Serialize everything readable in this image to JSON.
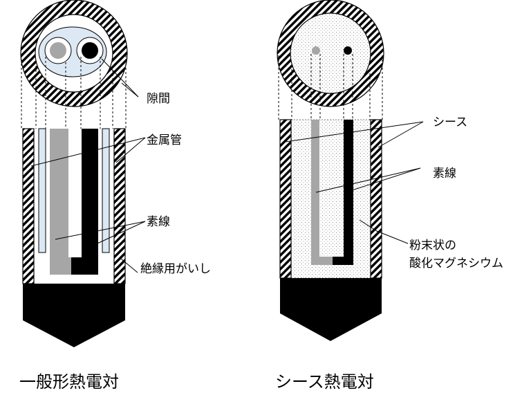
{
  "diagram": {
    "left": {
      "caption": "一般形熱電対",
      "labels": {
        "gap": "隙間",
        "metal_tube": "金属管",
        "element_wire": "素線",
        "insulator": "絶縁用がいし"
      }
    },
    "right": {
      "caption": "シース熱電対",
      "labels": {
        "sheath": "シース",
        "element_wire": "素線",
        "powder_line1": "粉末状の",
        "powder_line2": "酸化マグネシウム"
      }
    },
    "colors": {
      "gap_fill": "#dce8f4",
      "wire_gray": "#a6a6a6",
      "wire_black": "#000000",
      "hatch": "#000000"
    }
  }
}
